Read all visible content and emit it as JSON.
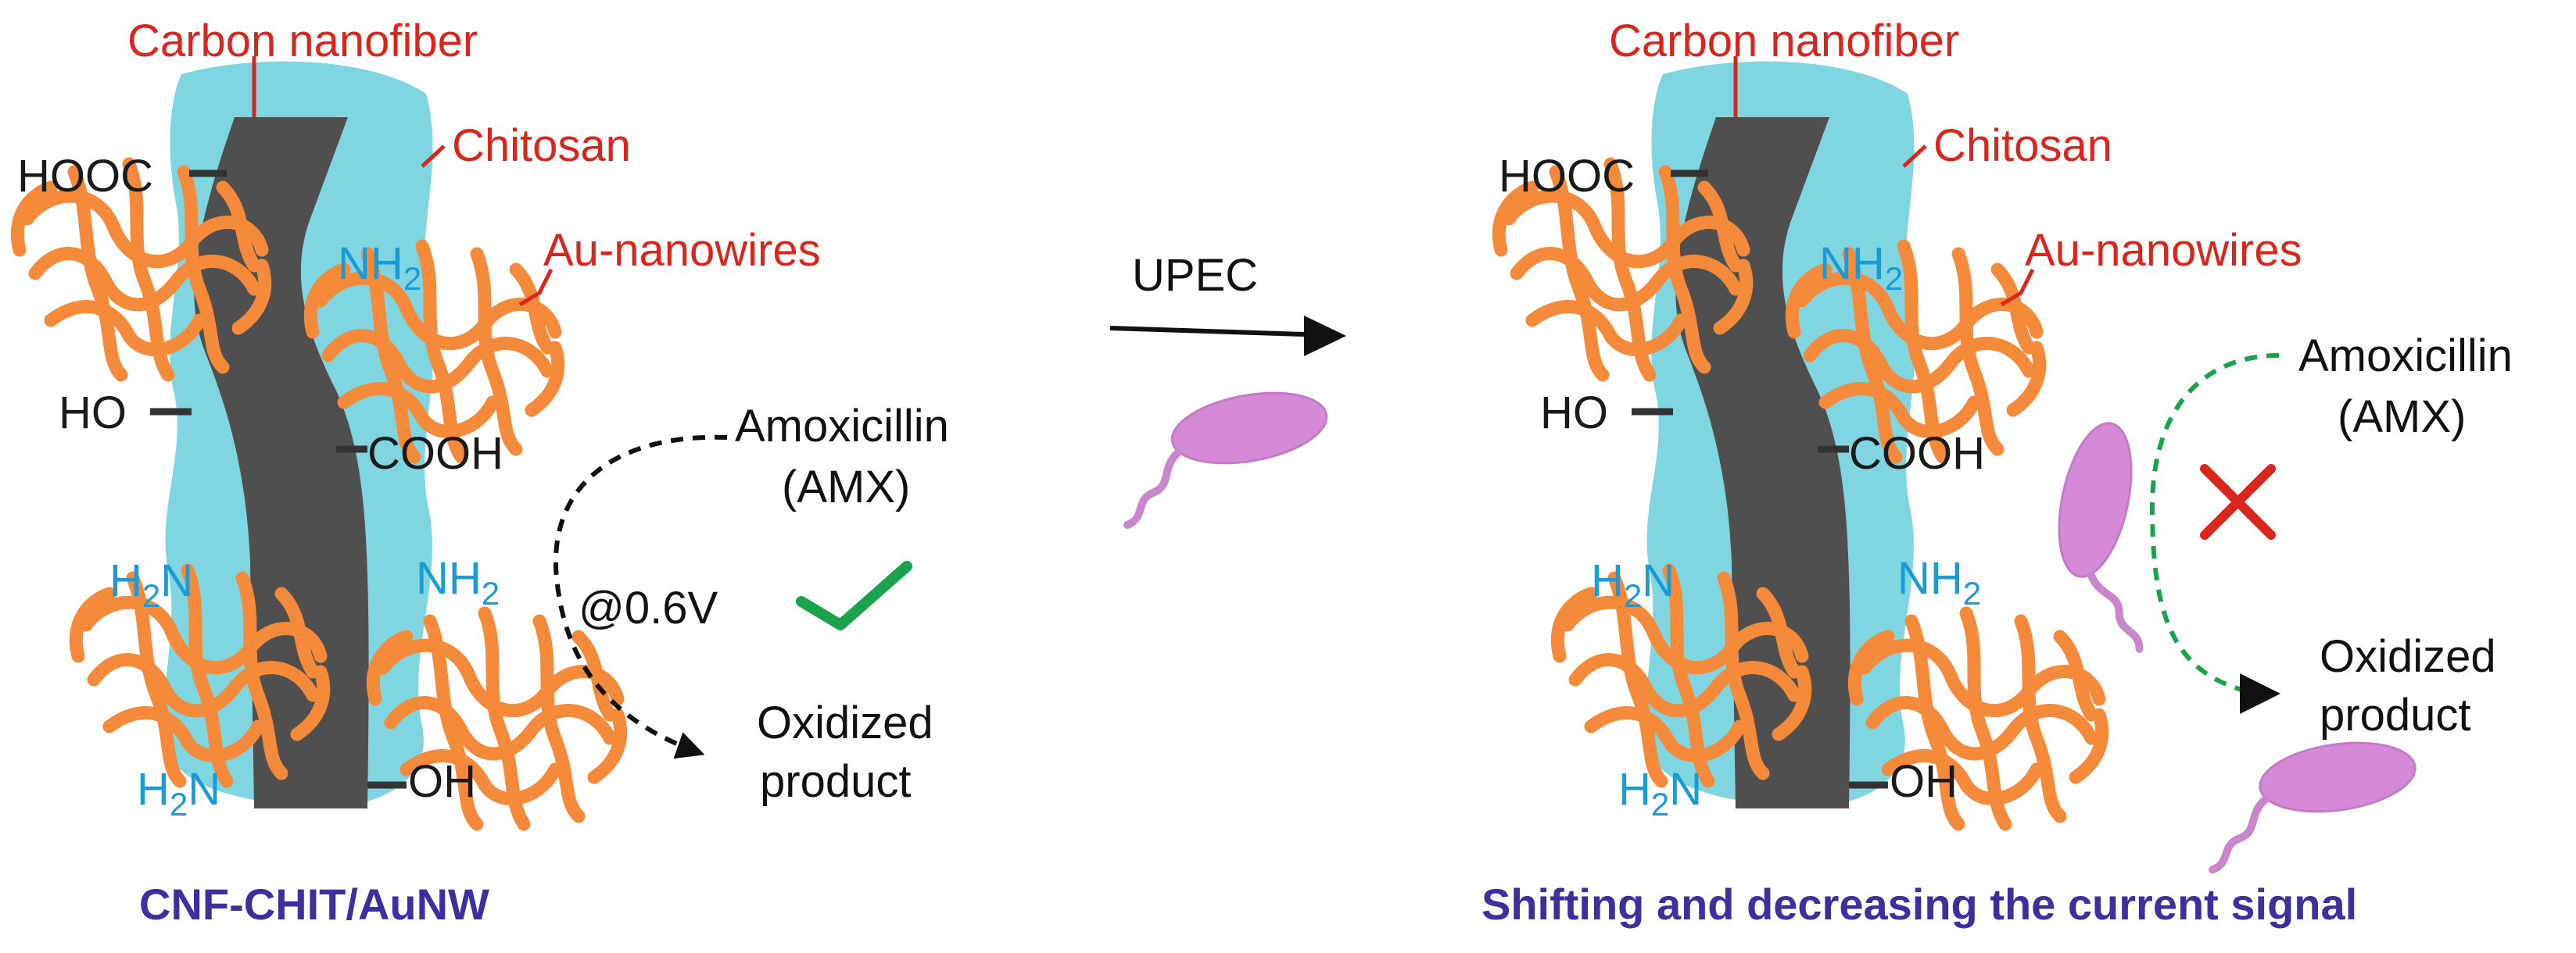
{
  "left_panel": {
    "carbon_label": "Carbon nanofiber",
    "chitosan_label": "Chitosan",
    "aunw_label": "Au-nanowires",
    "groups": {
      "hooc": "HOOC",
      "nh2_top": "NH",
      "ho": "HO",
      "cooh": "COOH",
      "h2n_left": "H",
      "nh2_right": "NH",
      "h2n_bottom": "H",
      "oh": "OH",
      "n_suffix": "N",
      "sub_2": "2"
    },
    "analyte_line1": "Amoxicillin",
    "analyte_line2": "(AMX)",
    "potential": "@0.6V",
    "product_line1": "Oxidized",
    "product_line2": "product",
    "caption": "CNF-CHIT/AuNW",
    "check_color": "#1aa34a"
  },
  "arrow": {
    "label": "UPEC"
  },
  "right_panel": {
    "carbon_label": "Carbon nanofiber",
    "chitosan_label": "Chitosan",
    "aunw_label": "Au-nanowires",
    "groups": {
      "hooc": "HOOC",
      "nh2_top": "NH",
      "ho": "HO",
      "cooh": "COOH",
      "h2n_left": "H",
      "nh2_right": "NH",
      "h2n_bottom": "H",
      "oh": "OH",
      "n_suffix": "N",
      "sub_2": "2"
    },
    "analyte_line1": "Amoxicillin",
    "analyte_line2": "(AMX)",
    "product_line1": "Oxidized",
    "product_line2": "product",
    "caption": "Shifting and decreasing the current signal",
    "cross_color": "#d9261c"
  },
  "colors": {
    "label_red": "#d9261c",
    "amine_blue": "#1b9bd6",
    "caption_blue": "#3d2f9e",
    "chitosan": "#7fd6e0",
    "fiber": "#4f4f4f",
    "nanowire": "#f58a3a",
    "bacteria": "#d48ad6"
  },
  "icons": [
    "check-icon",
    "cross-icon",
    "bacteria-icon",
    "arrow-icon"
  ]
}
